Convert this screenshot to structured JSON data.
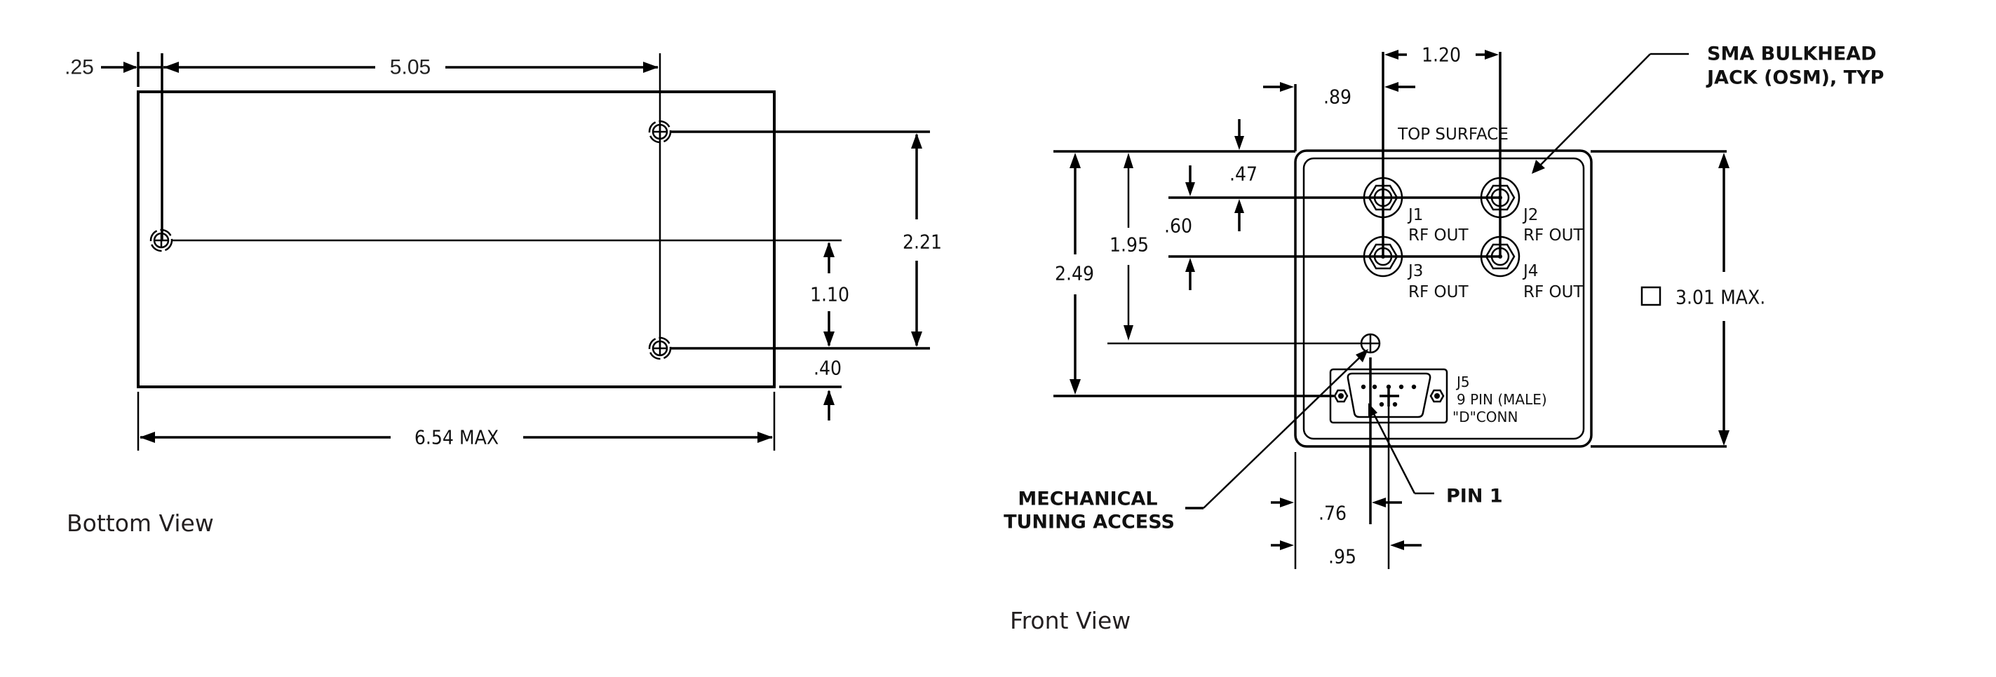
{
  "bottom_view": {
    "caption": "Bottom View",
    "dimensions": {
      "edge_to_hole": ".25",
      "hole_spacing_horizontal": "5.05",
      "hole_spacing_vertical_total": "2.21",
      "hole_offset_vertical": "1.10",
      "hole_to_edge_bottom": ".40",
      "overall_length": "6.54 MAX"
    },
    "mounting_holes": 3
  },
  "front_view": {
    "caption": "Front View",
    "top_surface_label": "TOP SURFACE",
    "dimensions": {
      "connector_spacing_horizontal": "1.20",
      "edge_to_first_connector": ".89",
      "top_to_first_row": ".47",
      "row_spacing": ".60",
      "top_to_tuning_access": "1.95",
      "top_to_dconn": "2.49",
      "edge_to_tuning_access": ".76",
      "edge_to_pin1": ".95",
      "overall_square": "3.01 MAX."
    },
    "connectors": [
      {
        "id": "J1",
        "label": "RF OUT"
      },
      {
        "id": "J2",
        "label": "RF OUT"
      },
      {
        "id": "J3",
        "label": "RF OUT"
      },
      {
        "id": "J4",
        "label": "RF OUT"
      }
    ],
    "dconn": {
      "id": "J5",
      "line1": "9 PIN (MALE)",
      "line2": "\"D\"CONN"
    },
    "callouts": {
      "sma_line1": "SMA BULKHEAD",
      "sma_line2": "JACK (OSM), TYP",
      "tuning_line1": "MECHANICAL",
      "tuning_line2": "TUNING ACCESS",
      "pin1": "PIN 1"
    }
  }
}
